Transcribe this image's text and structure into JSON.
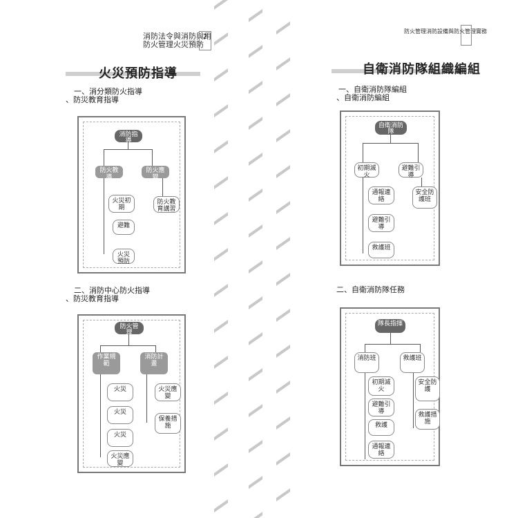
{
  "left": {
    "header": {
      "line1": "消防法令與消防與用",
      "line2": "防火管理火災預防",
      "page_number": "2"
    },
    "title": "火災預防指導",
    "sections": [
      {
        "label": "一、消分類防火指導",
        "sublabel": "、防災教育指導",
        "root": "消防指導",
        "branches": [
          "防火教導",
          "防火應變"
        ],
        "left_children": [
          "火災初期",
          "避難"
        ],
        "right_children": [
          "防火教育講習"
        ],
        "extra": "火災預防"
      },
      {
        "label": "二、消防中心防火指導",
        "sublabel": "、防災教育指導",
        "root": "防火管理",
        "branches": [
          "作業規範",
          "消防計畫"
        ],
        "left_children": [
          "火災",
          "火災",
          "火災"
        ],
        "right_children": [
          "火災應變",
          "保養措施"
        ],
        "extra": "火災應變"
      }
    ]
  },
  "right": {
    "header": {
      "line1": "防火管理消防設備與防火管理實務",
      "page_number": ""
    },
    "title": "自衛消防隊組織編組",
    "sections": [
      {
        "label": "一、自衛消防隊編組",
        "sublabel": "、自衛消防編組",
        "root": "自衛消防隊",
        "branches": [
          "初期滅火",
          "避難引導"
        ],
        "left_children": [
          "通報連絡",
          "避難引導",
          "救護班"
        ],
        "right_children": [
          "安全防護班"
        ],
        "extra": ""
      },
      {
        "label": "二、自衛消防隊任務",
        "sublabel": "",
        "root": "隊長指揮",
        "branches": [
          "消防班",
          "救護班"
        ],
        "left_children": [
          "初期滅火",
          "避難引導",
          "救護",
          "通報連絡"
        ],
        "right_children": [
          "安全防護",
          "救護措施"
        ],
        "extra": ""
      }
    ]
  }
}
